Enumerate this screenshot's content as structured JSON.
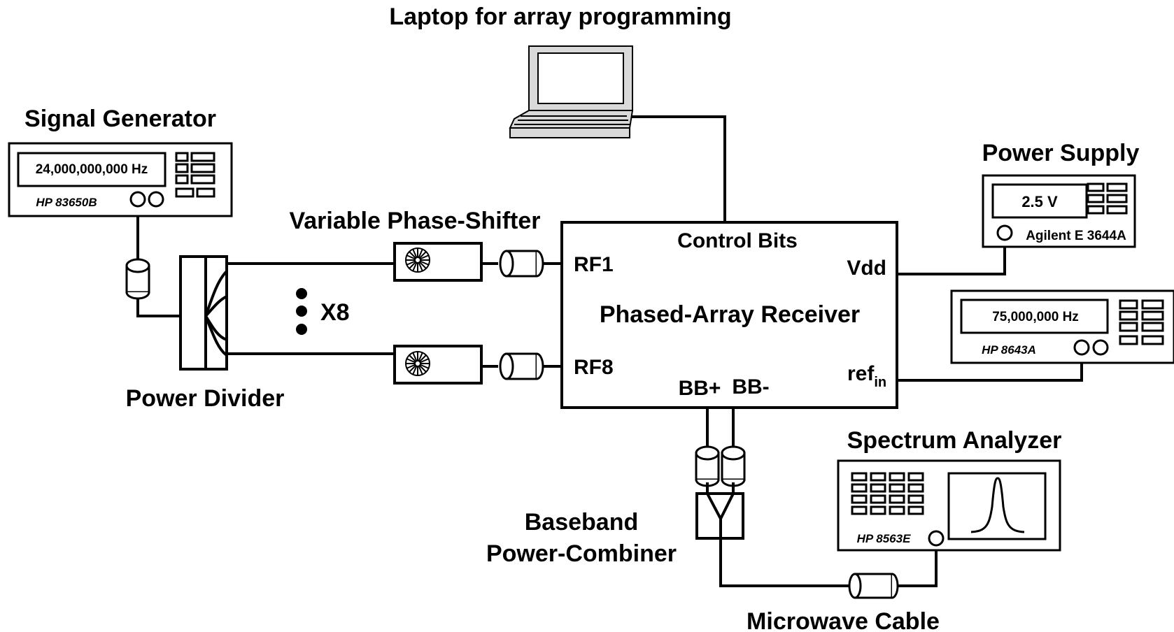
{
  "labels": {
    "laptop": "Laptop for array programming",
    "signal_generator": "Signal Generator",
    "power_supply": "Power Supply",
    "variable_phase_shifter": "Variable Phase-Shifter",
    "power_divider": "Power Divider",
    "x8": "X8",
    "spectrum_analyzer": "Spectrum Analyzer",
    "baseband_line1": "Baseband",
    "baseband_line2": "Power-Combiner",
    "microwave_cable": "Microwave Cable"
  },
  "receiver": {
    "title": "Phased-Array Receiver",
    "control_bits": "Control Bits",
    "rf1": "RF1",
    "rf8": "RF8",
    "vdd": "Vdd",
    "ref": "ref",
    "ref_sub": "in",
    "bb_plus": "BB+",
    "bb_minus": "BB-"
  },
  "signal_generator": {
    "display": "24,000,000,000 Hz",
    "model": "HP 83650B"
  },
  "power_supply": {
    "display": "2.5 V",
    "model": "Agilent E 3644A"
  },
  "ref_generator": {
    "display": "75,000,000 Hz",
    "model": "HP 8643A"
  },
  "spectrum_analyzer": {
    "model": "HP 8563E"
  },
  "colors": {
    "stroke": "#000000",
    "laptop_fill": "#d9d9d9",
    "background": "#ffffff"
  }
}
